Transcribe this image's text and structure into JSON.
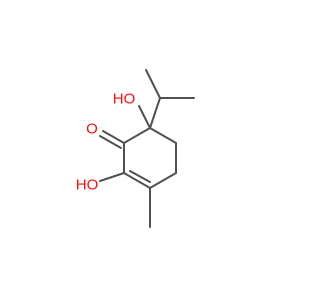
{
  "atoms": {
    "o_hydroxyl_top": "HO",
    "o_carbonyl": "O",
    "o_hydroxyl_bottom": "HO"
  },
  "colors": {
    "bond": "#505050",
    "oxygen": "#ff0d0d",
    "background": "#ffffff"
  }
}
